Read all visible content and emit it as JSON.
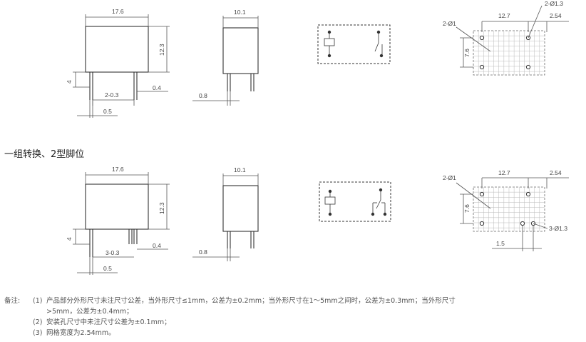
{
  "section_heading": "一组转换、2型脚位",
  "dims_top": {
    "front_width": "17.6",
    "front_height": "12.3",
    "pin_length": "4",
    "pin_pitch": "2-0.3",
    "pin_thickness": "0.4",
    "pin_width": "0.5",
    "side_width": "10.1",
    "side_pin": "0.8",
    "hole_dia": "2-Ø1",
    "hole_dia2": "2-Ø1.3",
    "hole_span": "12.7",
    "hole_offset": "2.54",
    "row_spacing": "7.6"
  },
  "dims_bottom": {
    "front_width": "17.6",
    "front_height": "12.3",
    "pin_length": "4",
    "pin_pitch": "3-0.3",
    "pin_thickness": "0.4",
    "pin_width": "0.5",
    "side_width": "10.1",
    "side_pin": "0.8",
    "hole_dia": "2-Ø1",
    "hole_dia2": "3-Ø1.3",
    "hole_span": "12.7",
    "hole_offset": "2.54",
    "row_spacing": "7.6",
    "pin_offset": "1.5"
  },
  "notes": {
    "label": "备注:",
    "items": [
      {
        "num": "(1)",
        "text": "产品部分外形尺寸未注尺寸公差，当外形尺寸≤1mm，公差为±0.2mm；当外形尺寸在1～5mm之间时，公差为±0.3mm；当外形尺寸",
        "cont": ">5mm，公差为±0.4mm；"
      },
      {
        "num": "(2)",
        "text": "安装孔尺寸中未注尺寸公差为±0.1mm；"
      },
      {
        "num": "(3)",
        "text": "网格宽度为2.54mm。"
      }
    ]
  }
}
